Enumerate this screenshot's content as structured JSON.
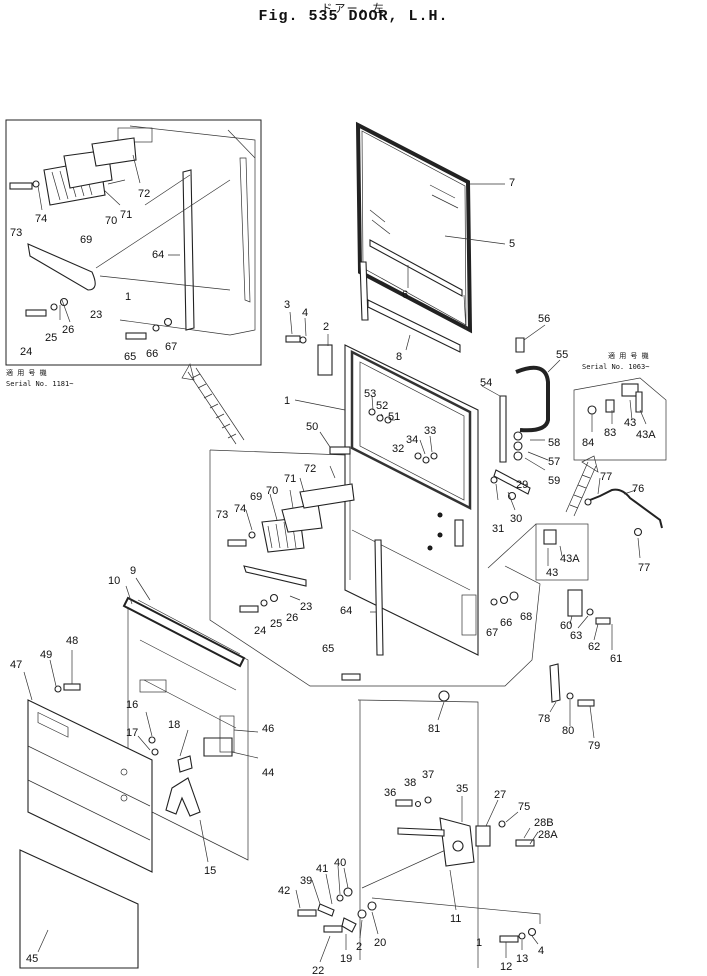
{
  "header": {
    "title_jp": "ドアー，左",
    "title": "Fig. 535  DOOR, L.H."
  },
  "notes": {
    "inset_left_jp": "適 用 号 機",
    "inset_left_serial": "Serial No. 1181~",
    "inset_right_jp": "適 用 号 機",
    "inset_right_serial": "Serial No. 1063~"
  },
  "labels": {
    "l1": "1",
    "l1b": "1",
    "l1c": "1",
    "l2": "2",
    "l2b": "2",
    "l3": "3",
    "l4": "4",
    "l4b": "4",
    "l5": "5",
    "l6": "6",
    "l7": "7",
    "l8": "8",
    "l9": "9",
    "l10": "10",
    "l11": "11",
    "l12": "12",
    "l13": "13",
    "l15": "15",
    "l16": "16",
    "l17": "17",
    "l18": "18",
    "l19": "19",
    "l20": "20",
    "l22": "22",
    "l23": "23",
    "l23b": "23",
    "l24": "24",
    "l24b": "24",
    "l25": "25",
    "l25b": "25",
    "l26": "26",
    "l26b": "26",
    "l27": "27",
    "l28a": "28A",
    "l28b": "28B",
    "l29": "29",
    "l30": "30",
    "l31": "31",
    "l32": "32",
    "l33": "33",
    "l34": "34",
    "l35": "35",
    "l36": "36",
    "l37": "37",
    "l38": "38",
    "l39": "39",
    "l40": "40",
    "l41": "41",
    "l42": "42",
    "l43": "43",
    "l43b": "43",
    "l43a": "43A",
    "l43ab": "43A",
    "l44": "44",
    "l45": "45",
    "l46": "46",
    "l47": "47",
    "l48": "48",
    "l49": "49",
    "l50": "50",
    "l51": "51",
    "l52": "52",
    "l53": "53",
    "l54": "54",
    "l55": "55",
    "l56": "56",
    "l57": "57",
    "l58": "58",
    "l59": "59",
    "l60": "60",
    "l61": "61",
    "l62": "62",
    "l63": "63",
    "l64": "64",
    "l64b": "64",
    "l65": "65",
    "l65b": "65",
    "l66": "66",
    "l66b": "66",
    "l67": "67",
    "l67b": "67",
    "l68": "68",
    "l69": "69",
    "l69b": "69",
    "l70": "70",
    "l70b": "70",
    "l71": "71",
    "l71b": "71",
    "l72": "72",
    "l72b": "72",
    "l73": "73",
    "l73b": "73",
    "l74": "74",
    "l74b": "74",
    "l75": "75",
    "l76": "76",
    "l77": "77",
    "l77b": "77",
    "l78": "78",
    "l79": "79",
    "l80": "80",
    "l81": "81",
    "l83": "83",
    "l84": "84"
  }
}
